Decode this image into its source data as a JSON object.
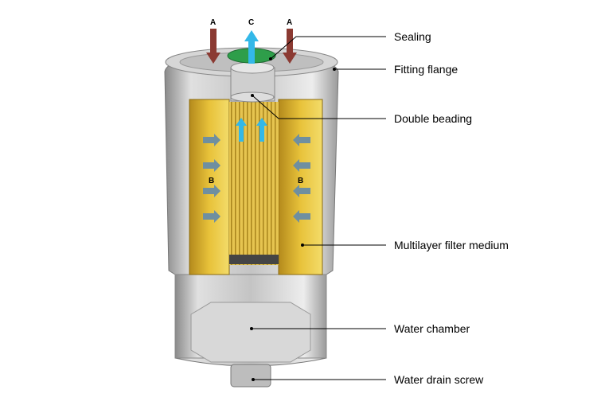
{
  "labels": {
    "sealing": "Sealing",
    "fitting_flange": "Fitting flange",
    "double_beading": "Double beading",
    "filter_medium": "Multilayer filter medium",
    "water_chamber": "Water chamber",
    "water_drain_screw": "Water drain screw"
  },
  "flow_letters": {
    "inlet_left": "A",
    "outlet": "C",
    "inlet_right": "A",
    "medium_left": "B",
    "medium_right": "B"
  },
  "colors": {
    "inlet_arrow": "#8b3a32",
    "outlet_arrow": "#33b8e8",
    "filter_yellow": "#e8c23a",
    "seal_green": "#2e9e4a",
    "housing": "#c8c8c8"
  }
}
